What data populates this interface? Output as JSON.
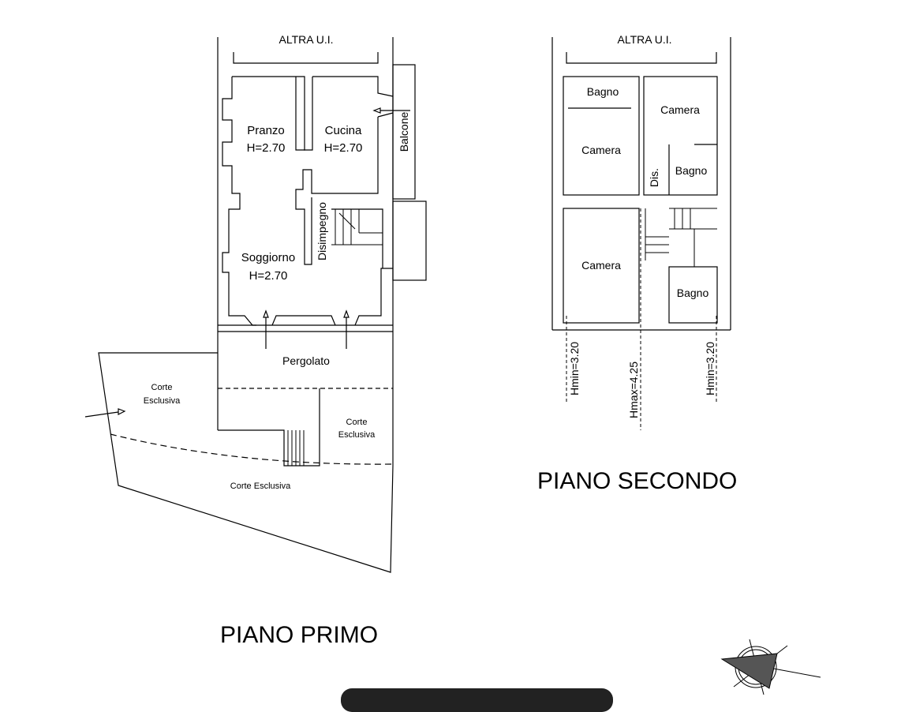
{
  "piano_primo": {
    "title": "PIANO PRIMO",
    "altra_ui": "ALTRA U.I.",
    "rooms": {
      "pranzo": "Pranzo",
      "pranzo_h": "H=2.70",
      "cucina": "Cucina",
      "cucina_h": "H=2.70",
      "soggiorno": "Soggiorno",
      "soggiorno_h": "H=2.70",
      "disimpegno": "Disimpegno",
      "balcone": "Balcone",
      "pergolato": "Pergolato",
      "corte1a": "Corte",
      "corte1b": "Esclusiva",
      "corte2a": "Corte",
      "corte2b": "Esclusiva",
      "corte3": "Corte Esclusiva"
    }
  },
  "piano_secondo": {
    "title": "PIANO SECONDO",
    "altra_ui": "ALTRA U.I.",
    "rooms": {
      "bagno1": "Bagno",
      "camera1": "Camera",
      "camera2": "Camera",
      "bagno2": "Bagno",
      "dis": "Dis.",
      "camera3": "Camera",
      "bagno3": "Bagno"
    },
    "heights": {
      "hmin_left": "Hmin=3.20",
      "hmax": "Hmax=4.25",
      "hmin_right": "Hmin=3.20"
    }
  }
}
